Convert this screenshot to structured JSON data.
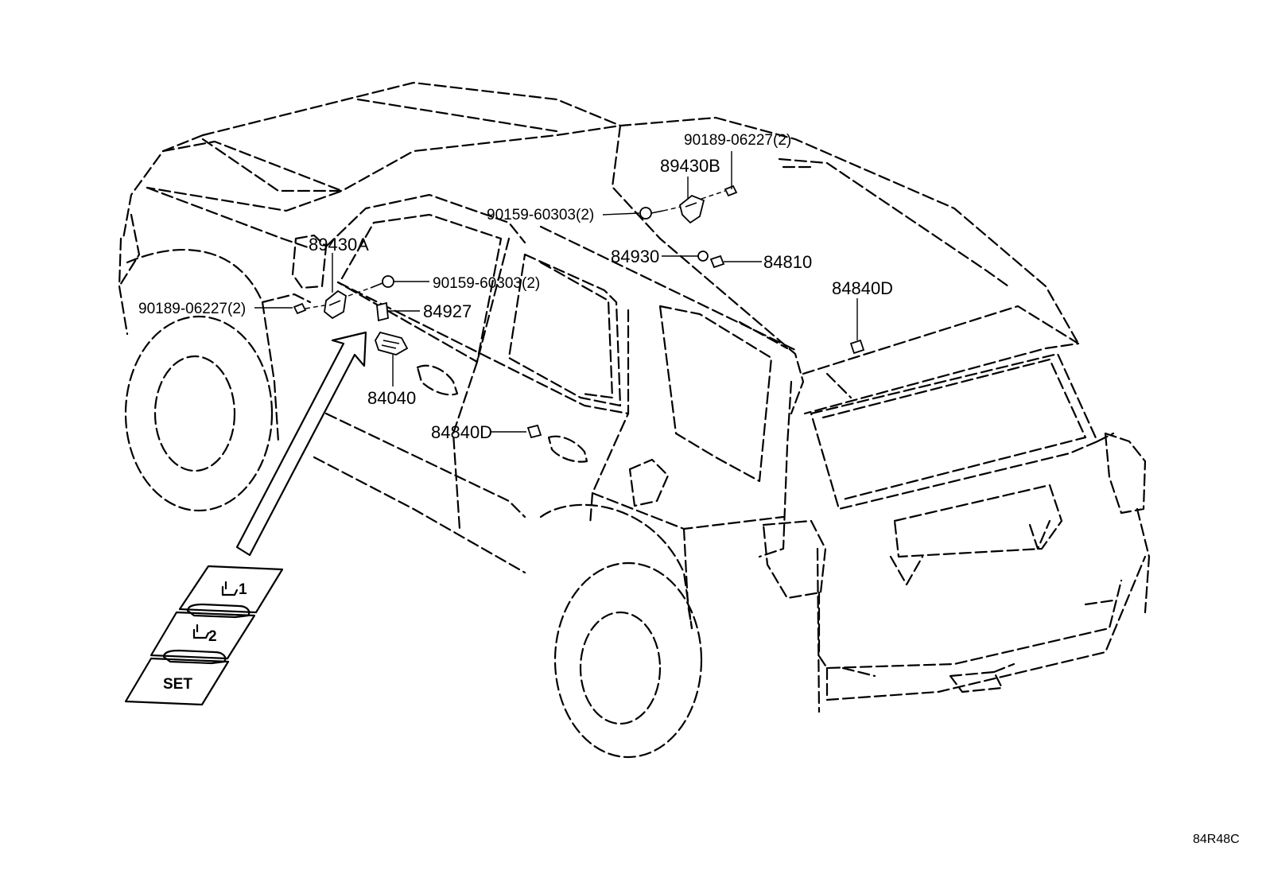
{
  "callouts": {
    "bolt_90189_top": "90189-06227(2)",
    "switch_89430b": "89430B",
    "screw_90159_top": "90159-60303(2)",
    "part_84930": "84930",
    "part_84810": "84810",
    "part_84840d_roof": "84840D",
    "switch_89430a": "89430A",
    "screw_90159_left": "90159-60303(2)",
    "bolt_90189_left": "90189-06227(2)",
    "part_84927": "84927",
    "part_84040": "84040",
    "part_84840d_door": "84840D"
  },
  "memory_switch": {
    "button_1": "1",
    "button_2": "2",
    "button_set": "SET"
  },
  "diagram_id": "84R48C"
}
